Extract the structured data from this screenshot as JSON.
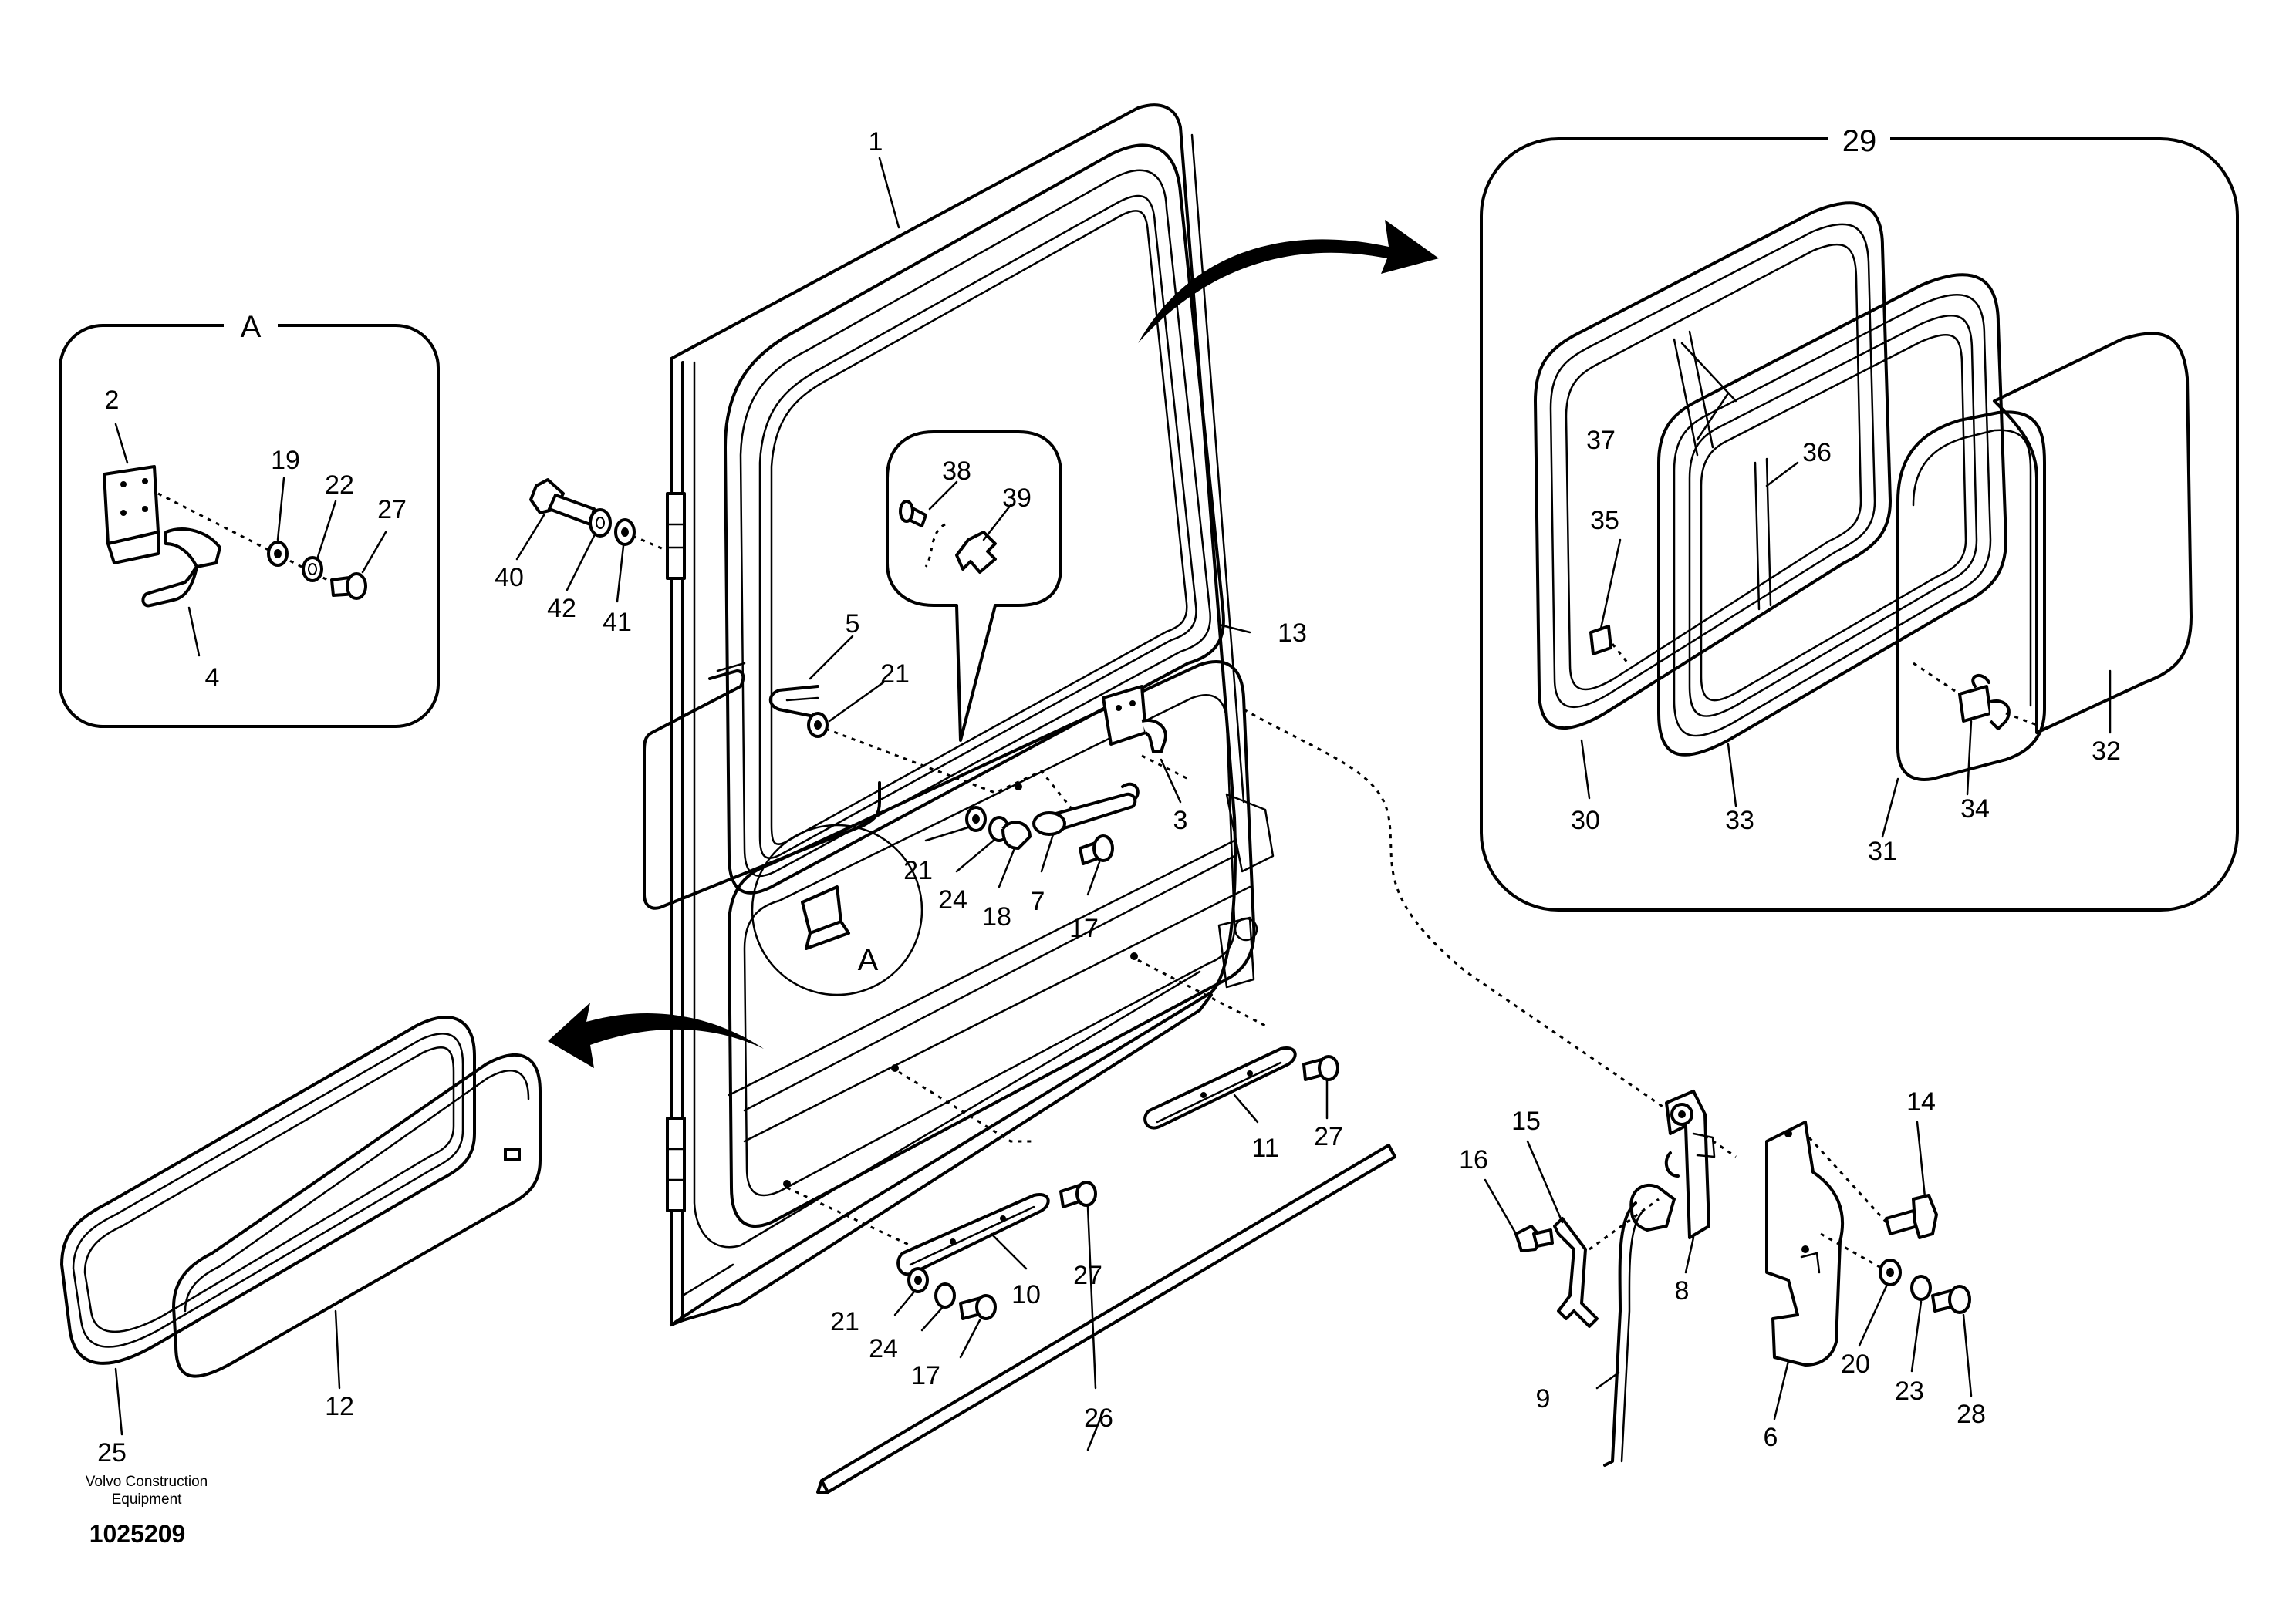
{
  "detail_labels": {
    "detail_a": "A",
    "detail_29": "29",
    "callout_a": "A"
  },
  "part_numbers": {
    "p1": "1",
    "p2": "2",
    "p3": "3",
    "p4": "4",
    "p5": "5",
    "p6": "6",
    "p7": "7",
    "p8": "8",
    "p9": "9",
    "p10": "10",
    "p11": "11",
    "p12": "12",
    "p13": "13",
    "p14": "14",
    "p15": "15",
    "p16": "16",
    "p17a": "17",
    "p17b": "17",
    "p18": "18",
    "p19": "19",
    "p20": "20",
    "p21a": "21",
    "p21b": "21",
    "p21c": "21",
    "p22": "22",
    "p23": "23",
    "p24a": "24",
    "p24b": "24",
    "p25": "25",
    "p26": "26",
    "p27a": "27",
    "p27b": "27",
    "p27c": "27",
    "p28": "28",
    "p30": "30",
    "p31": "31",
    "p32": "32",
    "p33": "33",
    "p34": "34",
    "p35": "35",
    "p36": "36",
    "p37": "37",
    "p38": "38",
    "p39": "39",
    "p40": "40",
    "p41": "41",
    "p42": "42"
  },
  "footer": {
    "brand_line1": "Volvo Construction",
    "brand_line2": "Equipment",
    "doc_number": "1025209"
  }
}
